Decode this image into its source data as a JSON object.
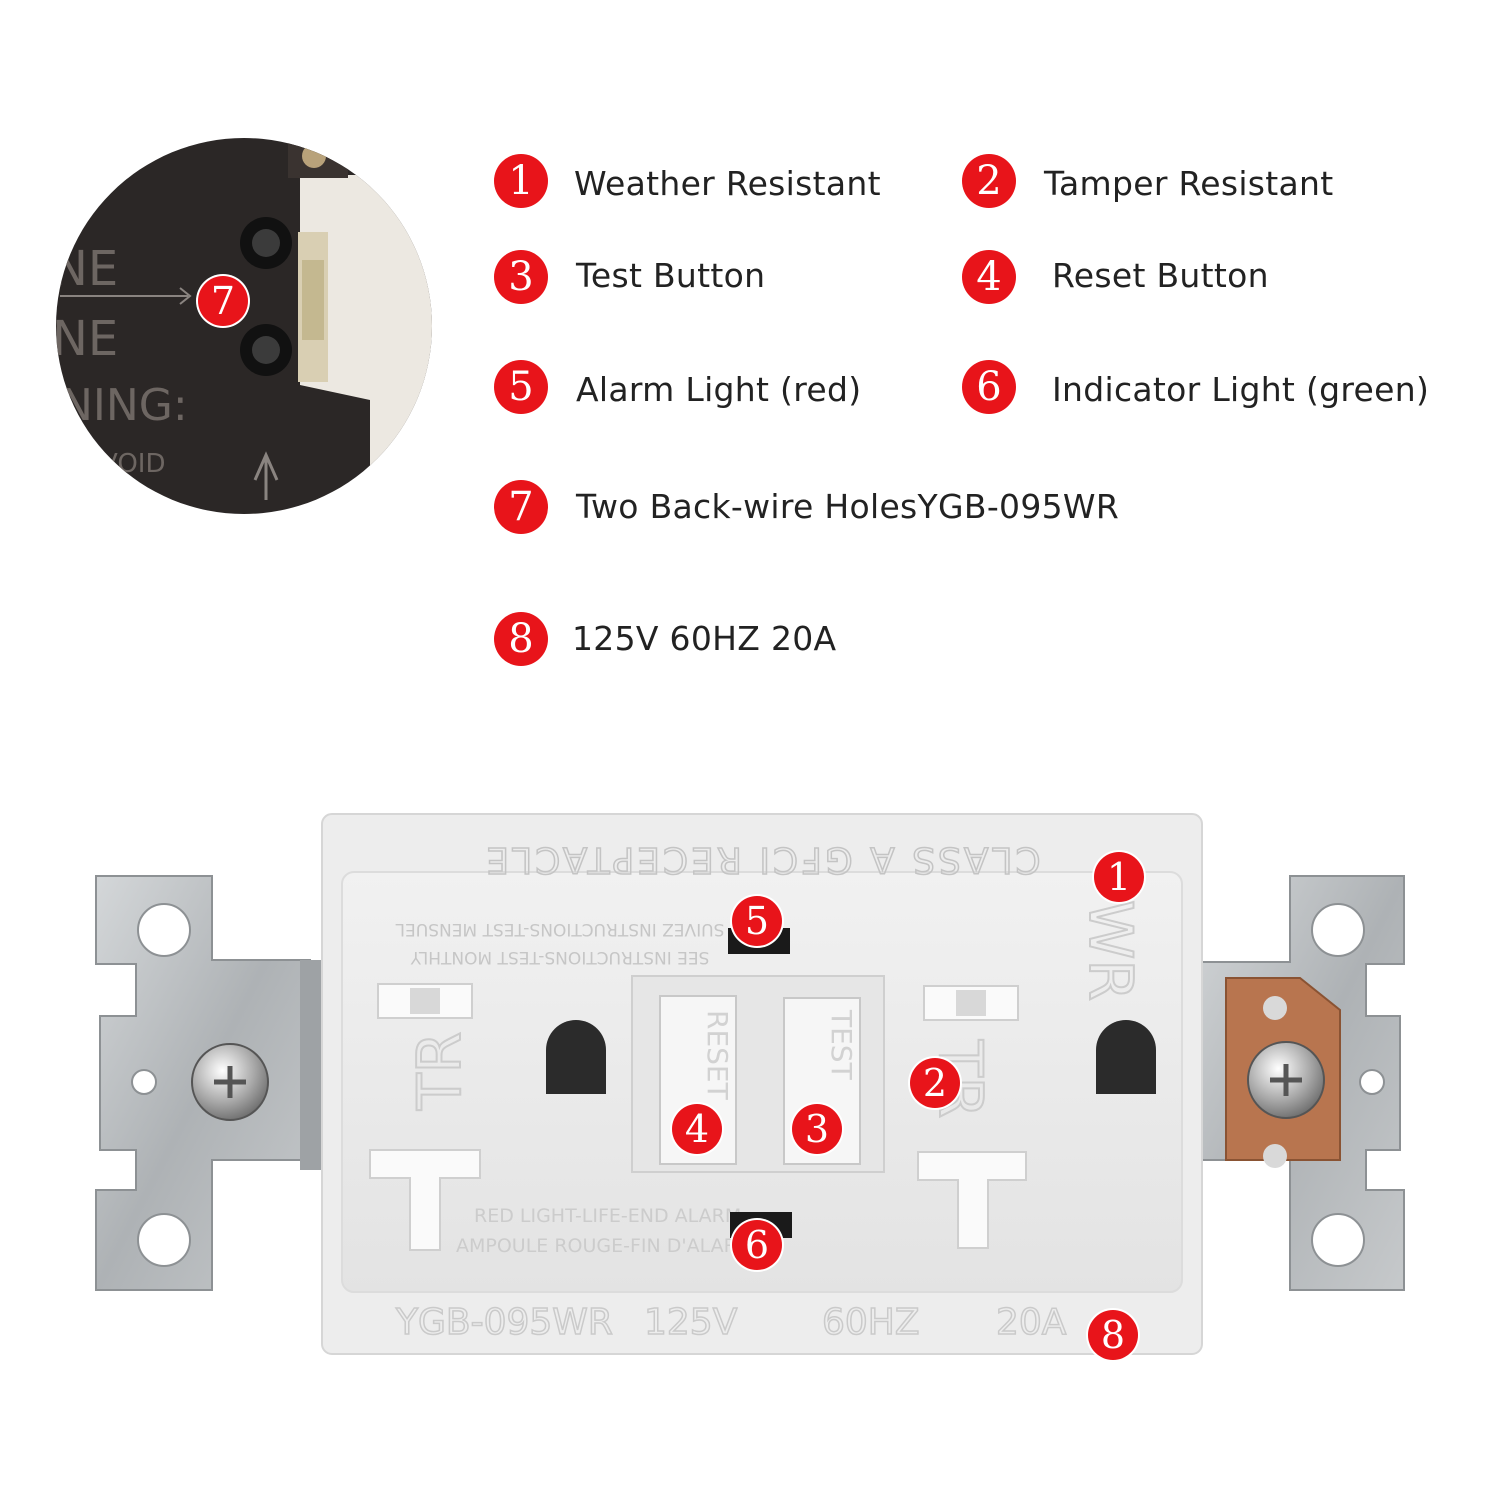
{
  "legend": [
    {
      "num": "1",
      "text": "Weather Resistant"
    },
    {
      "num": "2",
      "text": "Tamper Resistant"
    },
    {
      "num": "3",
      "text": "Test Button"
    },
    {
      "num": "4",
      "text": "Reset Button"
    },
    {
      "num": "5",
      "text": "Alarm Light (red)"
    },
    {
      "num": "6",
      "text": "Indicator Light (green)"
    },
    {
      "num": "7",
      "text": "Two Back-wire HolesYGB-095WR"
    },
    {
      "num": "8",
      "text": "125V 60HZ 20A"
    }
  ],
  "inset": {
    "marker": "7",
    "frag_line": "NE",
    "frag_warning": "NING:",
    "frag_void": "VOID"
  },
  "receptacle": {
    "top_text": "CLASS A GFCI RECEPTACLE",
    "wr_text": "WR",
    "tr_text": "TR",
    "instr1": "SEE INSTRUCTIONS-TEST MONTHLY",
    "instr2": "SUIVEZ INSTRUCTIONS-TEST MENSUEL",
    "reset_text": "RESET",
    "test_text": "TEST",
    "alarm1": "RED LIGHT-LIFE-END ALARM",
    "alarm2": "AMPOULE ROUGE-FIN D'ALARME",
    "bottom_model": "YGB-095WR",
    "bottom_volt": "125V",
    "bottom_hz": "60HZ",
    "bottom_amp": "20A",
    "markers": [
      "1",
      "2",
      "3",
      "4",
      "5",
      "6",
      "8"
    ]
  },
  "colors": {
    "badge": "#e8141a",
    "plate": "#eeeeee",
    "metal": "#b9bdc0",
    "copper": "#b8754f"
  }
}
